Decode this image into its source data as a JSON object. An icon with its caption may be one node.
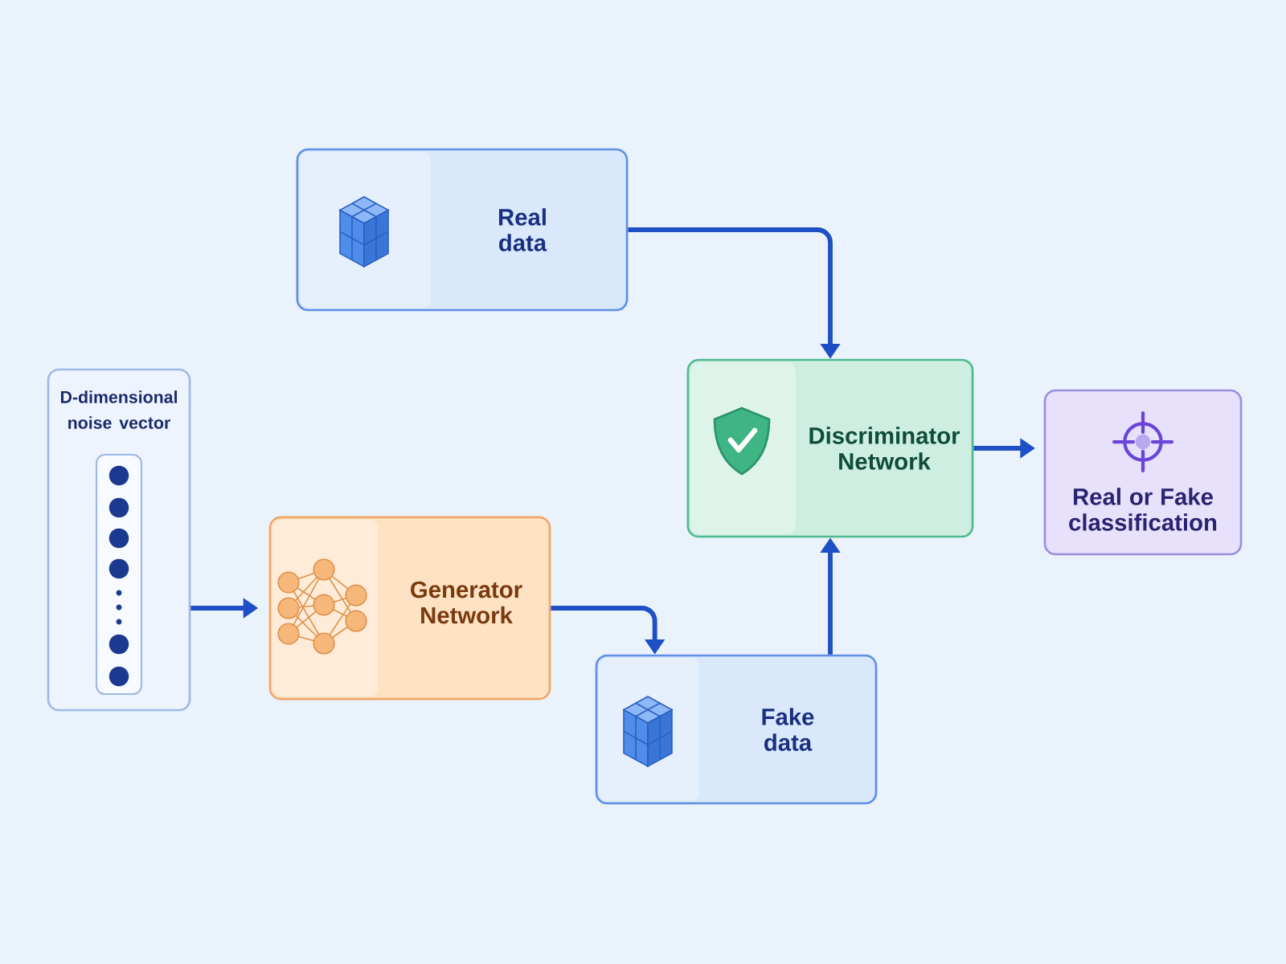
{
  "diagram": {
    "nodes": [
      {
        "text": [
          "D-dimensional noise vector"
        ]
      },
      {
        "text": [
          "Real data"
        ]
      },
      {
        "text": [
          "Generator Network"
        ]
      },
      {
        "text": [
          "Fake data"
        ]
      },
      {
        "text": [
          "Discriminator Network"
        ]
      },
      {
        "text": [
          "Real or Fake classification"
        ]
      }
    ],
    "edges": [
      {
        "from": 0,
        "to": 2,
        "arrow": "to"
      },
      {
        "from": 2,
        "to": 3,
        "arrow": "to"
      },
      {
        "from": 1,
        "to": 4,
        "arrow": "to"
      },
      {
        "from": 3,
        "to": 4,
        "arrow": "to"
      },
      {
        "from": 4,
        "to": 5,
        "arrow": "to"
      }
    ]
  }
}
